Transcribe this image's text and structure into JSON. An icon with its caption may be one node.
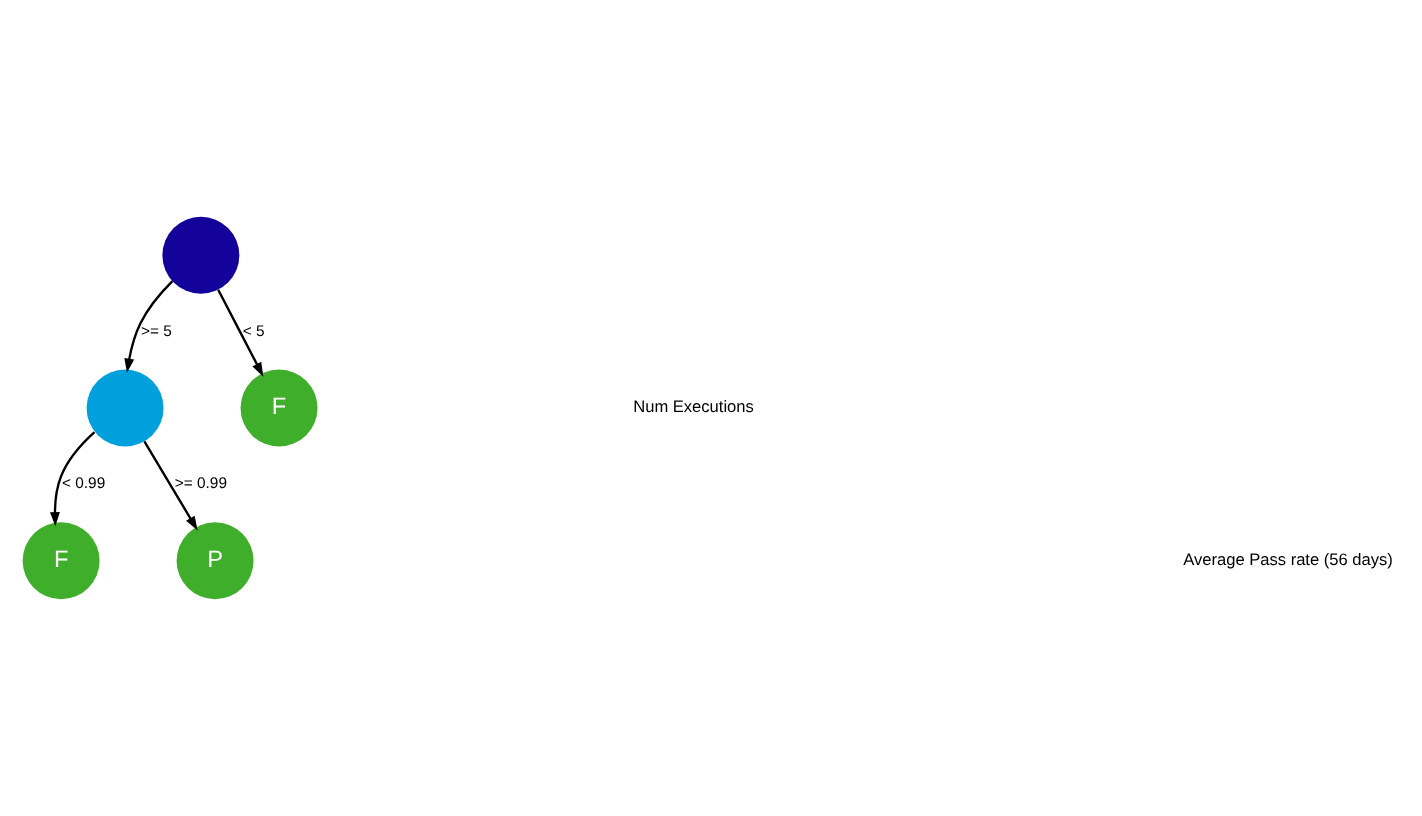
{
  "diagram": {
    "nodes": [
      {
        "text": [],
        "shape": "circle"
      },
      {
        "text": [],
        "shape": "circle"
      },
      {
        "text": [
          "F"
        ]
      },
      {
        "text": [
          "F"
        ]
      },
      {
        "text": [
          "P"
        ]
      }
    ],
    "edges": [
      {
        "from": 0,
        "to": 1,
        "arrow": "to",
        "label": ">= 5"
      },
      {
        "from": 0,
        "to": 2,
        "arrow": "to",
        "label": "< 5"
      },
      {
        "from": 1,
        "to": 3,
        "arrow": "to",
        "label": "< 0.99"
      },
      {
        "from": 1,
        "to": 4,
        "arrow": "to",
        "label": ">= 0.99"
      }
    ],
    "labels": [
      "Num Executions",
      "Average Pass rate (56 days)"
    ]
  }
}
